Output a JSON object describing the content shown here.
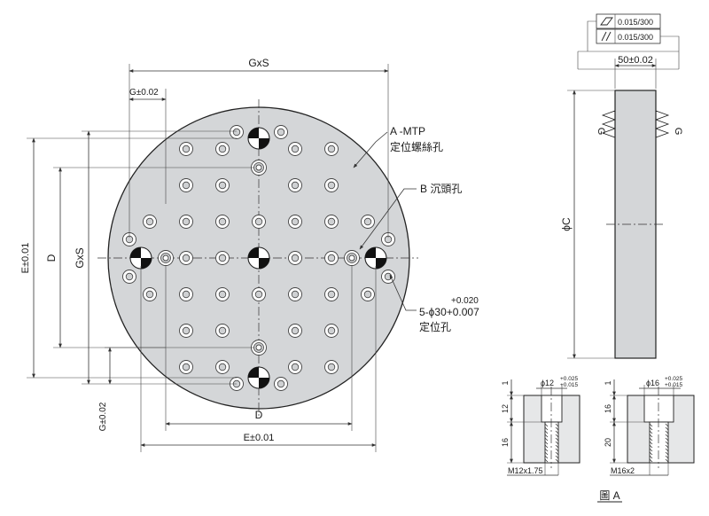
{
  "labels": {
    "gxs_top": "GxS",
    "g_tol_top": "G±0.02",
    "e_tol_left": "E±0.01",
    "d_left": "D",
    "gxs_left": "GxS",
    "g_tol_left": "G±0.02",
    "d_bottom": "D",
    "e_tol_bottom": "E±0.01",
    "callout_a_line1": "A -MTP",
    "callout_a_line2": "定位螺絲孔",
    "callout_b": "B 沉頭孔",
    "callout_pin_tol_upper": "+0.020",
    "callout_pin_line1": "5-ϕ30+0.007",
    "callout_pin_line2": "定位孔",
    "flatness": "0.015/300",
    "parallelism": "0.015/300",
    "thickness": "50±0.02",
    "diameter": "ϕC",
    "g_side_left": "G",
    "g_side_right": "G"
  },
  "detail_a": {
    "left": {
      "dim_top": "1",
      "dim_mid": "12",
      "dim_low": "16",
      "bore": "ϕ12",
      "bore_tol_upper": "+0.025",
      "bore_tol_lower": "+0.015",
      "thread": "M12x1.75"
    },
    "right": {
      "dim_top": "1",
      "dim_mid": "16",
      "dim_low": "20",
      "bore": "ϕ16",
      "bore_tol_upper": "+0.025",
      "bore_tol_lower": "+0.015",
      "thread": "M16x2"
    },
    "caption": "圖 A"
  },
  "colors": {
    "plate_fill": "#d4d6d8",
    "outline": "#222222",
    "hole_fill": "#ffffff"
  }
}
